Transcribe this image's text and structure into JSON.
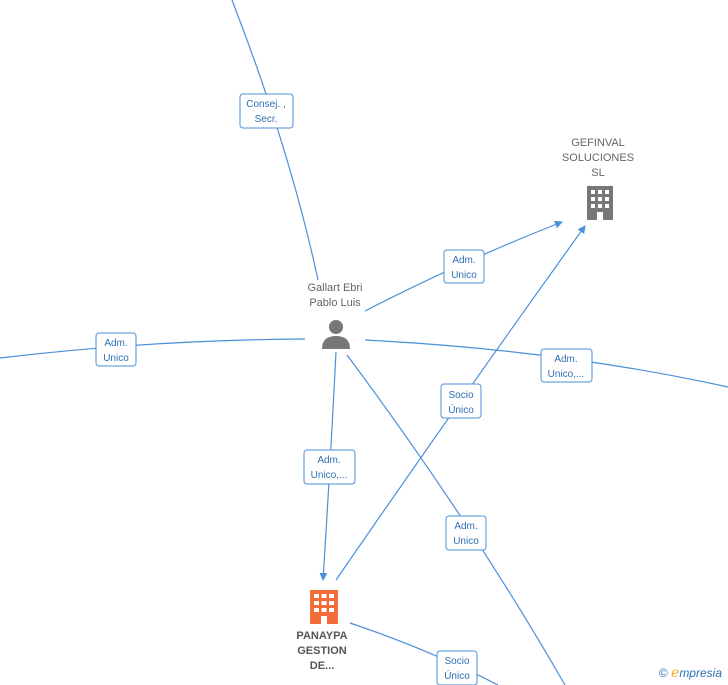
{
  "nodes": {
    "gefinval": {
      "lines": [
        "GEFINVAL",
        "SOLUCIONES",
        "SL"
      ],
      "type": "company",
      "color": "#777777"
    },
    "gallart": {
      "lines": [
        "Gallart Ebri",
        "Pablo Luis"
      ],
      "type": "person",
      "color": "#777777"
    },
    "panaypa": {
      "lines": [
        "PANAYPA",
        "GESTION",
        "DE..."
      ],
      "type": "company",
      "color": "#f26b3a"
    }
  },
  "edges": [
    {
      "id": "consej",
      "lines": [
        "Consej. ,",
        "Secr."
      ]
    },
    {
      "id": "adm-gefinval",
      "lines": [
        "Adm.",
        "Unico"
      ]
    },
    {
      "id": "adm-left",
      "lines": [
        "Adm.",
        "Unico"
      ]
    },
    {
      "id": "adm-right",
      "lines": [
        "Adm.",
        "Unico,..."
      ]
    },
    {
      "id": "socio-panaypa-gefinval",
      "lines": [
        "Socio",
        "Único"
      ]
    },
    {
      "id": "adm-panaypa",
      "lines": [
        "Adm.",
        "Unico,..."
      ]
    },
    {
      "id": "adm-lower",
      "lines": [
        "Adm.",
        "Unico"
      ]
    },
    {
      "id": "socio-bottom",
      "lines": [
        "Socio",
        "Único"
      ]
    }
  ],
  "footer": {
    "copyright": "©",
    "brand_initial": "e",
    "brand_rest": "mpresia"
  },
  "colors": {
    "edge": "#4a90d9",
    "company_main": "#f26b3a",
    "company_other": "#777777",
    "person": "#777777"
  }
}
